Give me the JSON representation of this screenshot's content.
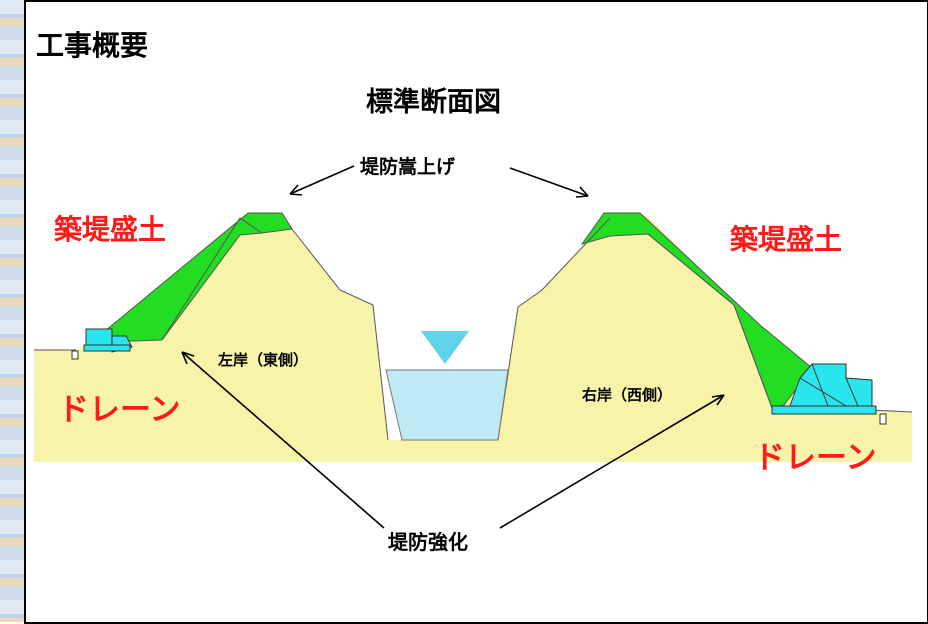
{
  "title": "工事概要",
  "subtitle": "標準断面図",
  "labels": {
    "raise": "堤防嵩上げ",
    "embank_left": "築堤盛土",
    "embank_right": "築堤盛土",
    "drain_left": "ドレーン",
    "drain_right": "ドレーン",
    "bank_left": "左岸（東側）",
    "bank_right": "右岸（西側）",
    "strengthen": "堤防強化"
  },
  "colors": {
    "soil": "#f7f3a8",
    "embankment": "#22dd22",
    "drain": "#29e6ee",
    "water": "#bfe9f5",
    "water_mark": "#5fd3ea",
    "label_red": "#ff1a1a"
  }
}
